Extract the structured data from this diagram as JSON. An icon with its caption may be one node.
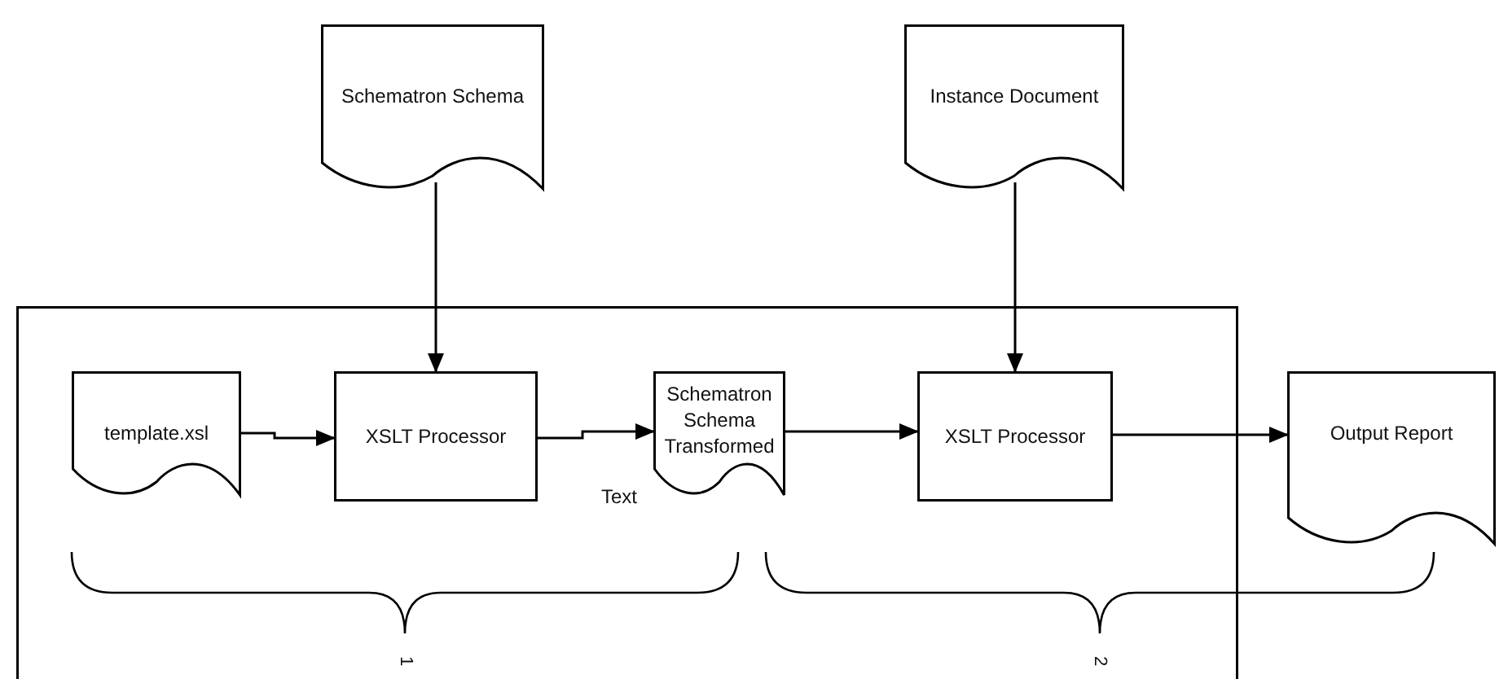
{
  "diagram": {
    "nodes": [
      {
        "text": [
          "Schematron Schema"
        ]
      },
      {
        "text": [
          "Instance Document"
        ]
      },
      {
        "text": [],
        "shape": "box"
      },
      {
        "text": [
          "template.xsl"
        ],
        "in": 2
      },
      {
        "text": [
          "XSLT Processor"
        ],
        "in": 2
      },
      {
        "text": [
          "Schematron Schema Transformed"
        ],
        "in": 2
      },
      {
        "text": [
          "XSLT Processor"
        ],
        "in": 2
      },
      {
        "text": [
          "Output Report"
        ]
      }
    ],
    "edges": [
      {
        "from": 0,
        "to": 4,
        "arrow": "to"
      },
      {
        "from": 1,
        "to": 6,
        "arrow": "to"
      },
      {
        "from": 3,
        "to": 4,
        "arrow": "to"
      },
      {
        "from": 4,
        "to": 5,
        "arrow": "to",
        "label": "Text"
      },
      {
        "from": 5,
        "to": 6,
        "arrow": "to"
      },
      {
        "from": 6,
        "to": 7,
        "arrow": "to"
      }
    ],
    "labels": [
      "1",
      "2"
    ]
  }
}
